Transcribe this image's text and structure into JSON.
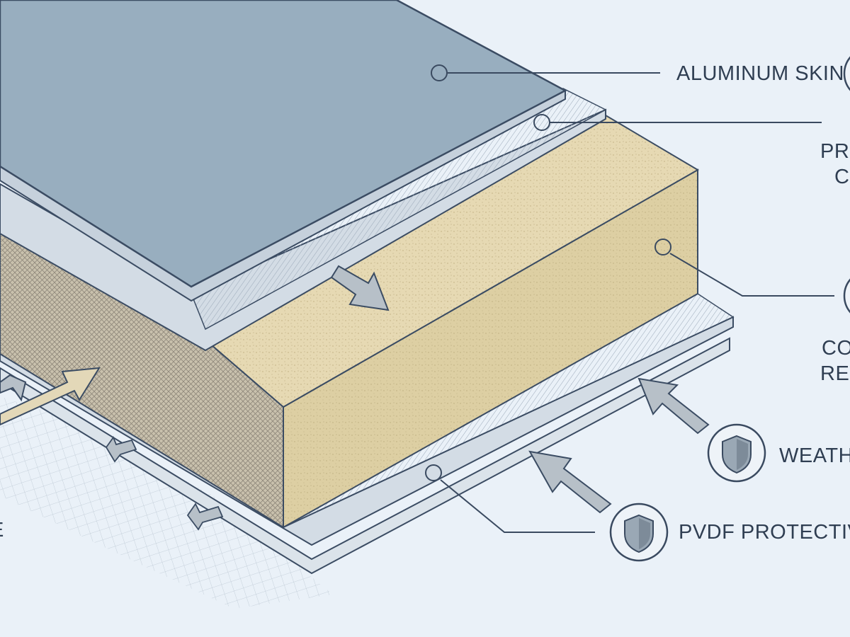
{
  "labels": {
    "aluminum_skin": "ALUMINUM SKIN",
    "pro_line1": "PRO",
    "pro_line2": "CO",
    "core_line1": "COR",
    "core_line2": "RES",
    "weather": "WEATHE",
    "pvdf": "PVDF PROTECTIVE C",
    "left_fragment": "E"
  },
  "icons": {
    "callout_marker": "circle-marker-icon",
    "shield": "shield-icon",
    "arrow": "arrow-icon"
  },
  "colors": {
    "background": "#eaf1f8",
    "aluminum_top": "#98aebf",
    "coating_layer": "#d3dce5",
    "core_face": "#e6d9b3",
    "core_side": "#ddcfa3",
    "outline": "#3b4c63",
    "leader_line": "#3a4a60",
    "arrow_fill": "#b7c0c8"
  }
}
